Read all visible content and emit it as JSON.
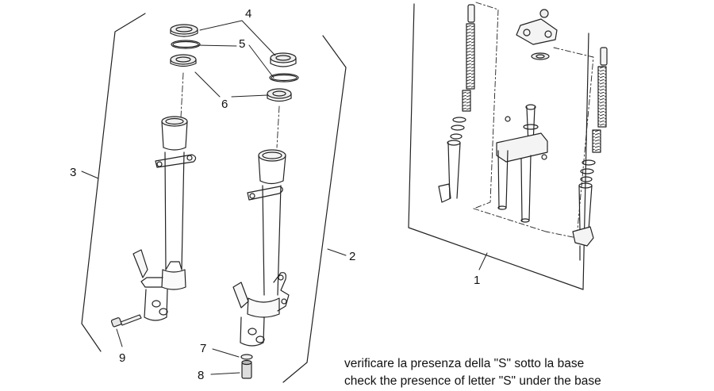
{
  "callouts": {
    "c1": "1",
    "c2": "2",
    "c3": "3",
    "c4": "4",
    "c5": "5",
    "c6": "6",
    "c7": "7",
    "c8": "8",
    "c9": "9"
  },
  "notes": {
    "italian": "verificare la presenza della \"S\" sotto la base",
    "english": "check the presence of letter \"S\" under the base"
  }
}
